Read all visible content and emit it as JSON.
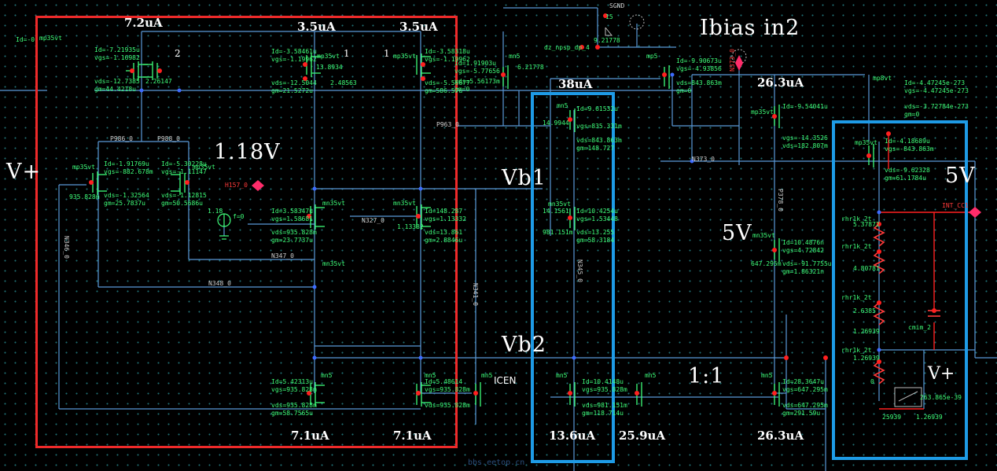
{
  "schematic": {
    "annotations": {
      "vplus_left": "V+",
      "v118": "1.18V",
      "vb1": "Vb1",
      "vb2": "Vb2",
      "ibias_in2": "Ibias in2",
      "ratio": "1:1",
      "fivev_mid": "5V",
      "fivev_right": "5V",
      "vplus_right": "V+",
      "icen": "ICEN",
      "mark1": "1",
      "mark1b": "1",
      "mark2": "2"
    },
    "currents": {
      "top_7_2": "7.2uA",
      "top_3_5a": "3.5uA",
      "top_3_5b": "3.5uA",
      "top_38": "38uA",
      "top_26_3": "26.3uA",
      "bot_7_1a": "7.1uA",
      "bot_7_1b": "7.1uA",
      "bot_13_6": "13.6uA",
      "bot_25_9": "25.9uA",
      "bot_26_3": "26.3uA"
    },
    "devices": {
      "mp35vt": "mp35vt",
      "mn35vt": "mn35vt",
      "mn5": "mn5",
      "mp5": "mp5",
      "rhr1k": "rhr1k_2t",
      "cmim": "cmim_2",
      "diode": "dz_npsp_dp_4",
      "mpbvt": "mp8vt"
    },
    "nets": {
      "h157": "H157_0",
      "n373": "N373_0",
      "int_cc1": "INT_CC1",
      "sgnd": "SGND",
      "n348": "N348_0",
      "n347": "N347_0",
      "n346": "N346_0",
      "n345": "N345_0",
      "n373b": "N373_0",
      "p988": "P988_0",
      "p986": "P986_0",
      "p963": "P963_0",
      "n327": "N327_0",
      "n341": "N341_0",
      "p378": "P378_0"
    },
    "op_points": {
      "l1": "Id=-0",
      "l2": "Id=-7.21935u",
      "l3": "vgs=-1.16982",
      "l4": "vds=-12.7385",
      "l5": "gm=44.4218u",
      "l6": "Id=-3.58461u",
      "l7": "vgs=-1.19962",
      "l8": "vds=-12.5044",
      "l9": "gm=21.5272u",
      "l10": "Id=-3.58318u",
      "l11": "vgs=-1.19962",
      "l12": "vds=-5.56677",
      "l13": "gm=586.57u",
      "l14": "Id=1.91903u",
      "l15": "vgs=-5.77656",
      "l16": "vds=5.56173m",
      "l17": "gm=0",
      "l18": "Id=-9.90673u",
      "l19": "vgs=-4.93856",
      "l20": "vds=843.863m",
      "l21": "gm=0",
      "l22": "Id=-1.91769u",
      "l23": "vgs=-882.678m",
      "l24": "vds=-1.32564",
      "l25": "gm=25.7837u",
      "l26": "Id=-5.30228u",
      "l27": "vgs=-1.11147",
      "l28": "vds=-1.12815",
      "l29": "gm=50.5686u",
      "l30": "Id=3.58347u",
      "l31": "vgs=1.58681",
      "l32": "vds=935.828m",
      "l33": "gm=23.7737u",
      "l34": "Id=148.287",
      "l35": "vgs=1.13332",
      "l36": "vds=13.861",
      "l37": "gm=2.8846u",
      "l38": "Id=9.61532u",
      "l39": "vgs=835.331m",
      "l40": "vds=843.863m",
      "l41": "gm=148.727",
      "l42": "Id=10.4254u",
      "l43": "vgs=1.53448",
      "l44": "vds=13.255",
      "l45": "gm=58.3184",
      "l46": "Id=-9.54041u",
      "l47": "vgs=-14.3526",
      "l48": "vds=182.807m",
      "l49": "Id=10.4876n",
      "l50": "vgs=4.72842",
      "l51": "vds=-91.7755u",
      "l52": "gm=1.86321n",
      "l53": "Id=-4.18689u",
      "l54": "vgs=-843.863m",
      "l55": "vds=-9.62328",
      "l56": "gm=61.1784u",
      "l57": "Id=5.42313u",
      "l58": "vgs=935.828m",
      "l59": "vds=935.828m",
      "l60": "gm=58.7565u",
      "l61": "Id=5.48614",
      "l62": "vgs=935.828m",
      "l63": "vds=935.828m",
      "l64": "Id=10.4148u",
      "l65": "vgs=935.828m",
      "l66": "vds=981.151m",
      "l67": "gm=118.714u",
      "l68": "Id=28.3647u",
      "l69": "vgs=647.295m",
      "l70": "vds=647.295m",
      "l71": "gm=291.59u",
      "l72": "Id=-4.47245e-273",
      "l73": "vgs=-4.47245e-273",
      "l74": "vds=-3.72784e-273",
      "l75": "gm=0",
      "l76": "1.18",
      "l77": "f=0",
      "l78": "14.9944",
      "l79": "14.1561",
      "l80": "13.8934",
      "l81": "2.26147",
      "l82": "2.48563",
      "l83": "1.13332",
      "l84": "981.151m",
      "l85": "647.295m",
      "l86": "5.37872",
      "l87": "4.80781",
      "l88": "2.6385",
      "l89": "1.26939",
      "l90": "0",
      "l91": "15",
      "l92": "9.21778",
      "l93": "263.865e-39",
      "l94": "25939",
      "l95": "1.26939",
      "l96": "6.21778",
      "l97": "935.828m",
      "l98": "1.26939"
    },
    "watermark": "bbs.eetop.cn",
    "colors": {
      "wire": "#5a9ad8",
      "wire_gray": "#9a9a9a",
      "device_green": "#3fff7a",
      "pin_red": "#ff2020",
      "magenta": "#ff2c6a",
      "red_box": "#ef2a2a",
      "blue_box": "#1e9be6"
    }
  }
}
